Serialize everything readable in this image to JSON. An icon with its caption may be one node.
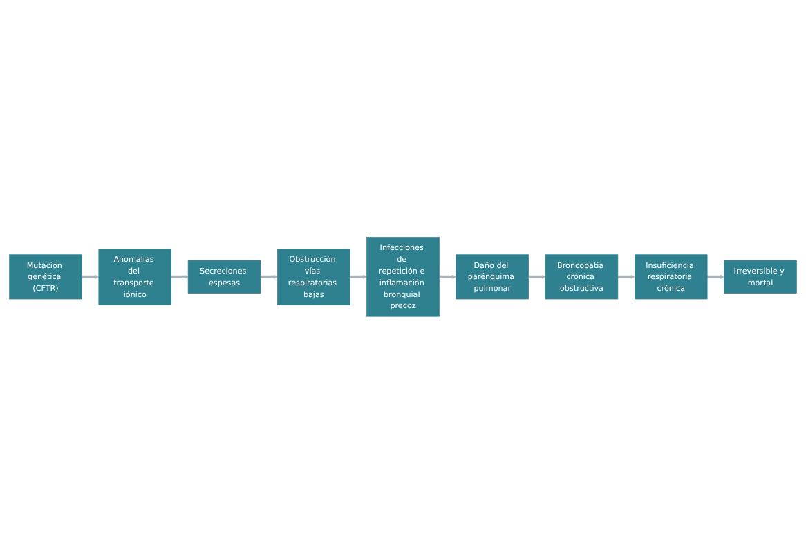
{
  "diagram": {
    "nodes": [
      {
        "text": [
          "Mutación genética (CFTR)"
        ]
      },
      {
        "text": [
          "Anomalías del transporte iónico"
        ]
      },
      {
        "text": [
          "Secreciones espesas"
        ]
      },
      {
        "text": [
          "Obstrucción vías respiratorias bajas"
        ]
      },
      {
        "text": [
          "Infecciones de repetición e inflamación bronquial precoz"
        ]
      },
      {
        "text": [
          "Daño del parénquima pulmonar"
        ]
      },
      {
        "text": [
          "Broncopatía crónica obstructiva"
        ]
      },
      {
        "text": [
          "Insuficiencia respiratoria crónica"
        ]
      },
      {
        "text": [
          "Irreversible y mortal"
        ]
      }
    ],
    "edges": [
      {
        "from": 0,
        "to": 1,
        "arrow": "to"
      },
      {
        "from": 1,
        "to": 2,
        "arrow": "to"
      },
      {
        "from": 2,
        "to": 3,
        "arrow": "to"
      },
      {
        "from": 3,
        "to": 4,
        "arrow": "to"
      },
      {
        "from": 4,
        "to": 5,
        "arrow": "to"
      },
      {
        "from": 5,
        "to": 6,
        "arrow": "to"
      },
      {
        "from": 6,
        "to": 7,
        "arrow": "to"
      },
      {
        "from": 7,
        "to": 8,
        "arrow": "to"
      }
    ]
  }
}
